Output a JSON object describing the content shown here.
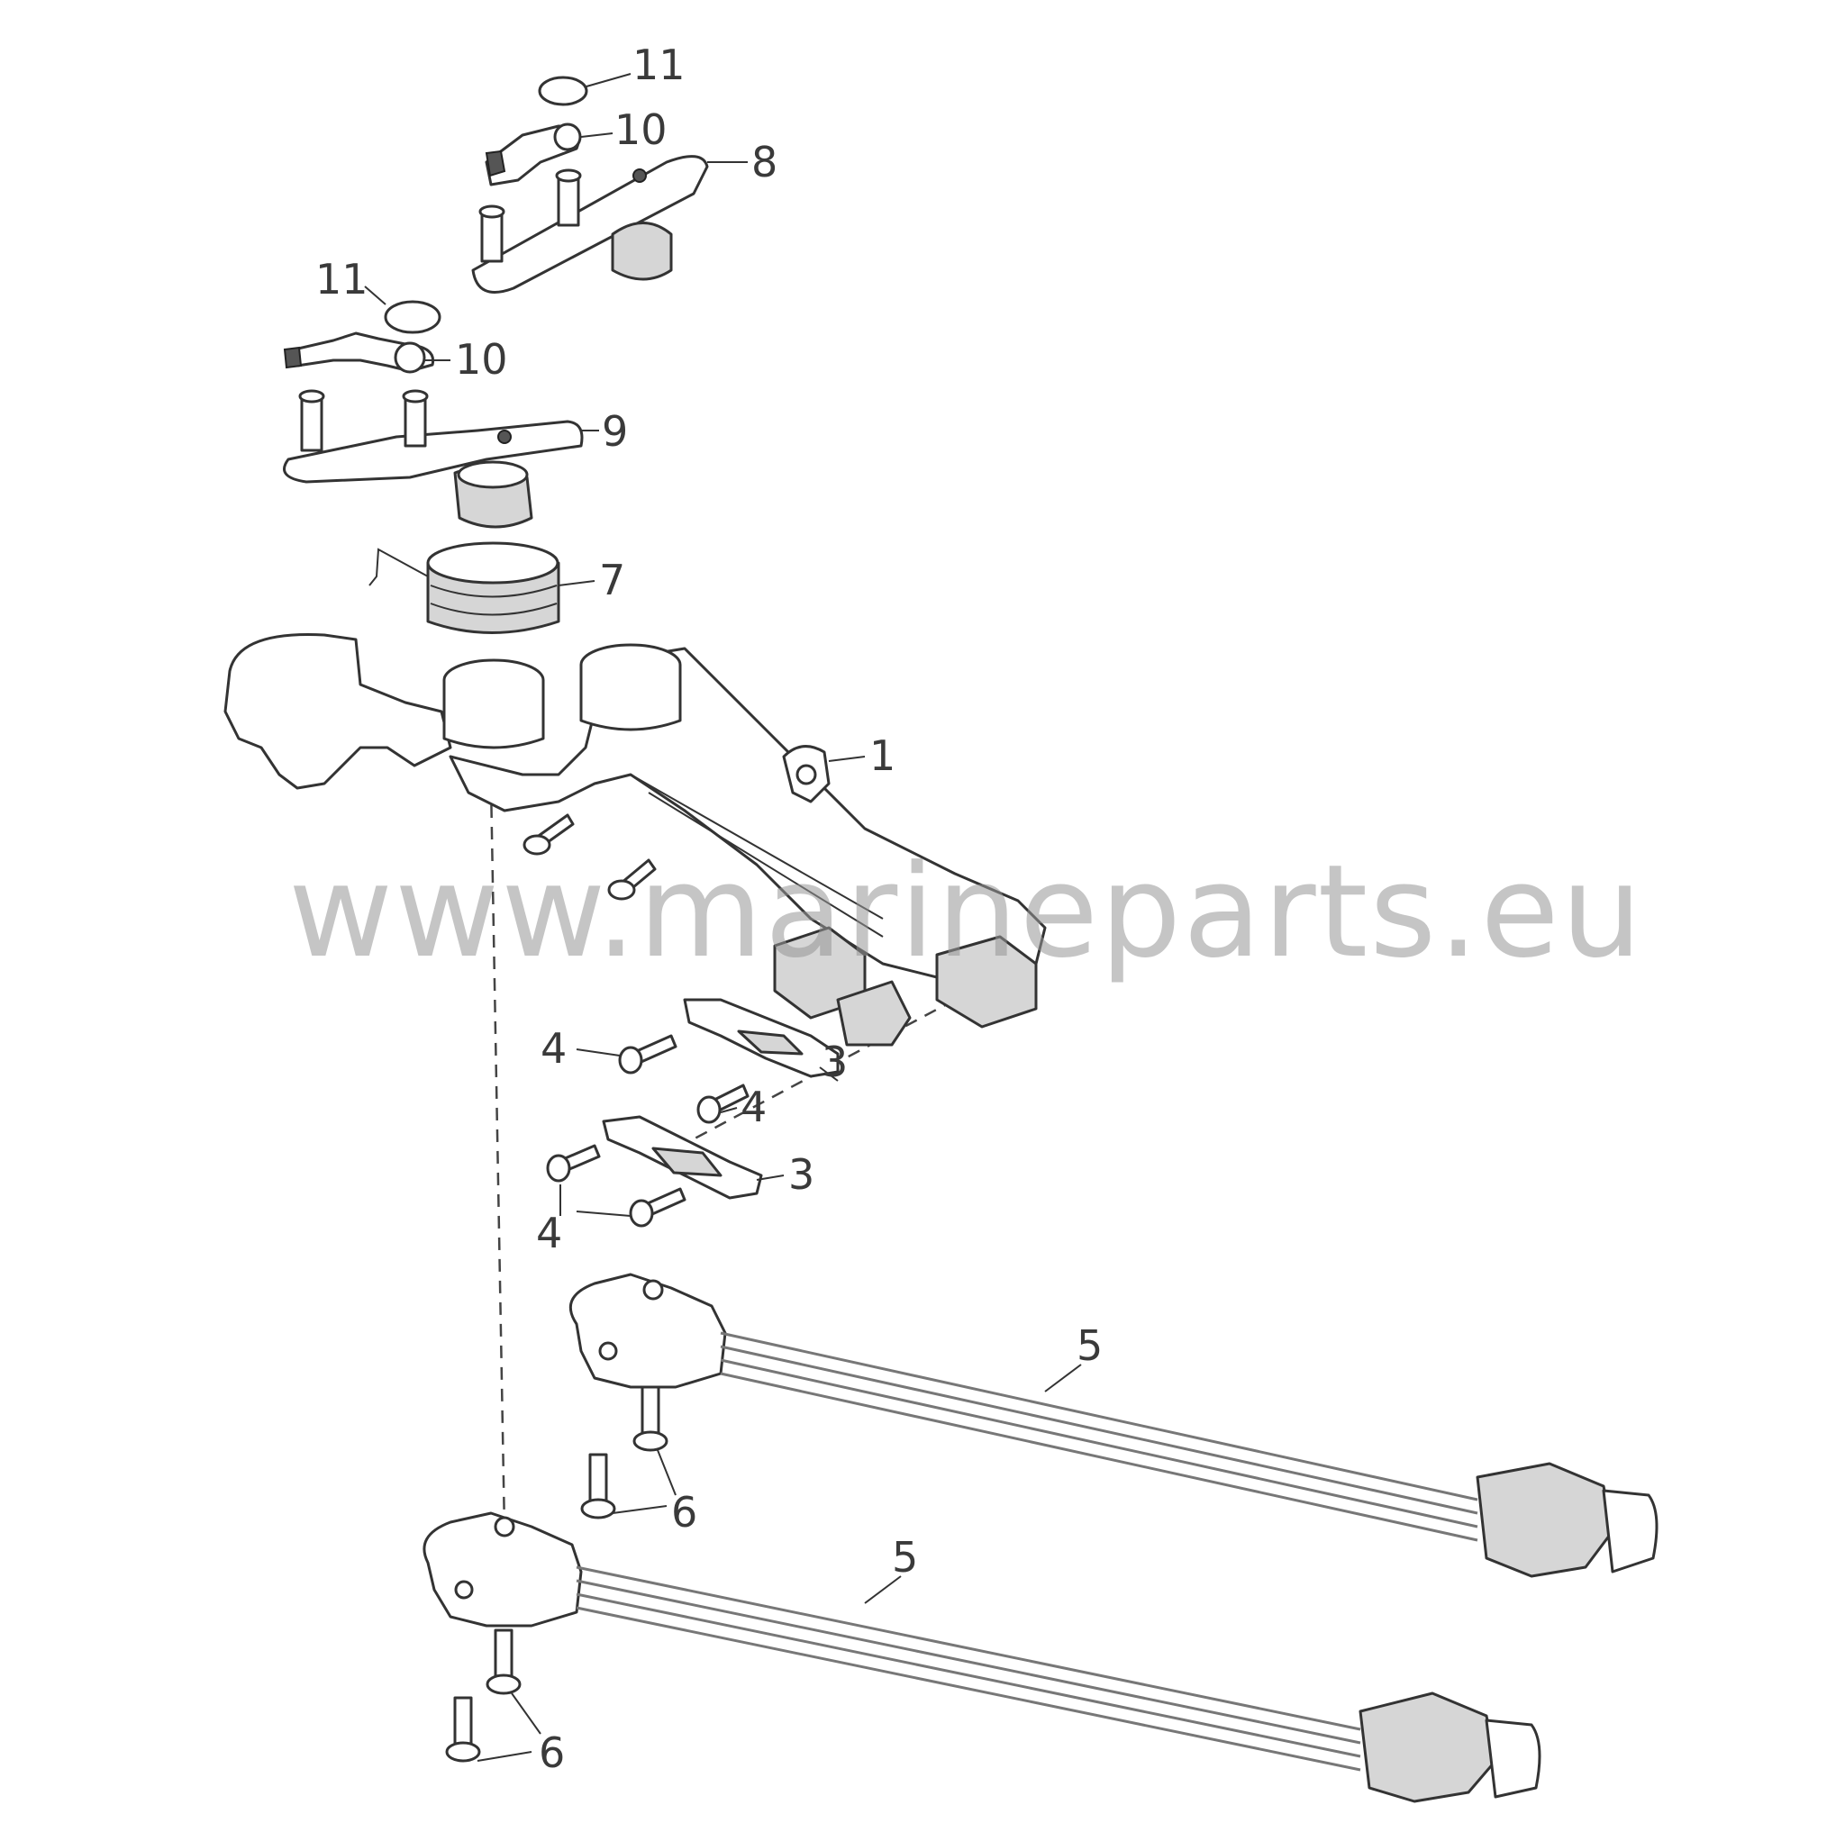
{
  "diagram": {
    "callouts": [
      {
        "id": "c11a",
        "label": "11"
      },
      {
        "id": "c10a",
        "label": "10"
      },
      {
        "id": "c8",
        "label": "8"
      },
      {
        "id": "c11b",
        "label": "11"
      },
      {
        "id": "c10b",
        "label": "10"
      },
      {
        "id": "c9",
        "label": "9"
      },
      {
        "id": "c7",
        "label": "7"
      },
      {
        "id": "c1",
        "label": "1"
      },
      {
        "id": "c4a",
        "label": "4"
      },
      {
        "id": "c3a",
        "label": "3"
      },
      {
        "id": "c4b",
        "label": "4"
      },
      {
        "id": "c3b",
        "label": "3"
      },
      {
        "id": "c4c",
        "label": "4"
      },
      {
        "id": "c5a",
        "label": "5"
      },
      {
        "id": "c6a",
        "label": "6"
      },
      {
        "id": "c5b",
        "label": "5"
      },
      {
        "id": "c6b",
        "label": "6"
      }
    ]
  },
  "watermark": "www.marineparts.eu"
}
